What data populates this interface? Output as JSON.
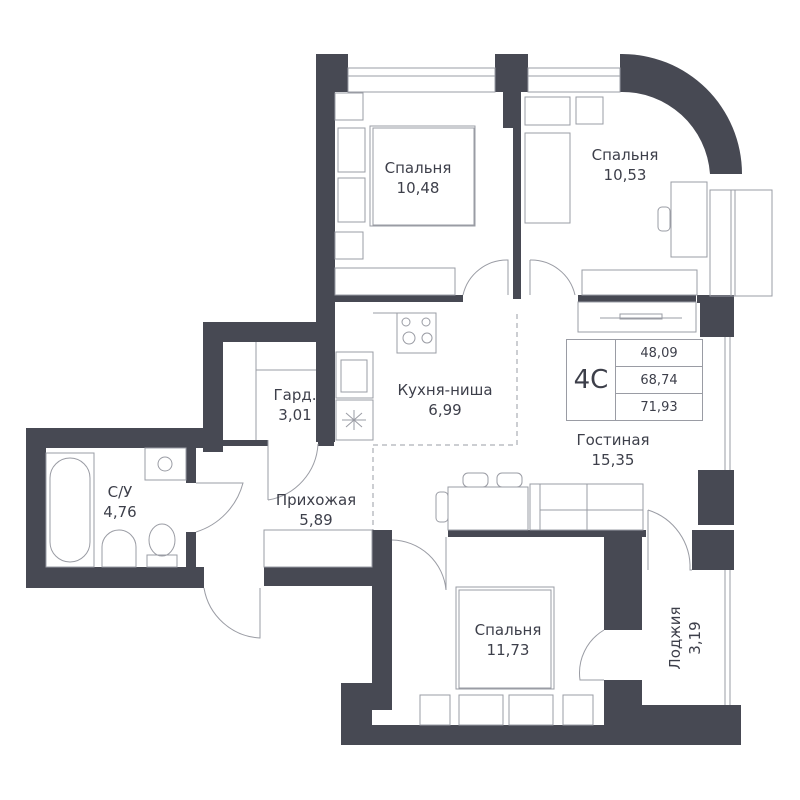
{
  "plan": {
    "apartment_type": "4С",
    "areas": {
      "living": "48,09",
      "total": "68,74",
      "total_with_loggia": "71,93"
    },
    "colors": {
      "wall": "#474953",
      "line": "#9a9ca4",
      "text": "#3d3f4a",
      "background": "#ffffff"
    },
    "rooms": [
      {
        "name": "Спальня",
        "area": "10,48"
      },
      {
        "name": "Спальня",
        "area": "10,53"
      },
      {
        "name": "Гард.",
        "area": "3,01"
      },
      {
        "name": "Кухня-ниша",
        "area": "6,99"
      },
      {
        "name": "Гостиная",
        "area": "15,35"
      },
      {
        "name": "С/У",
        "area": "4,76"
      },
      {
        "name": "Прихожая",
        "area": "5,89"
      },
      {
        "name": "Спальня",
        "area": "11,73"
      },
      {
        "name": "Лоджия",
        "area": "3,19"
      }
    ]
  }
}
